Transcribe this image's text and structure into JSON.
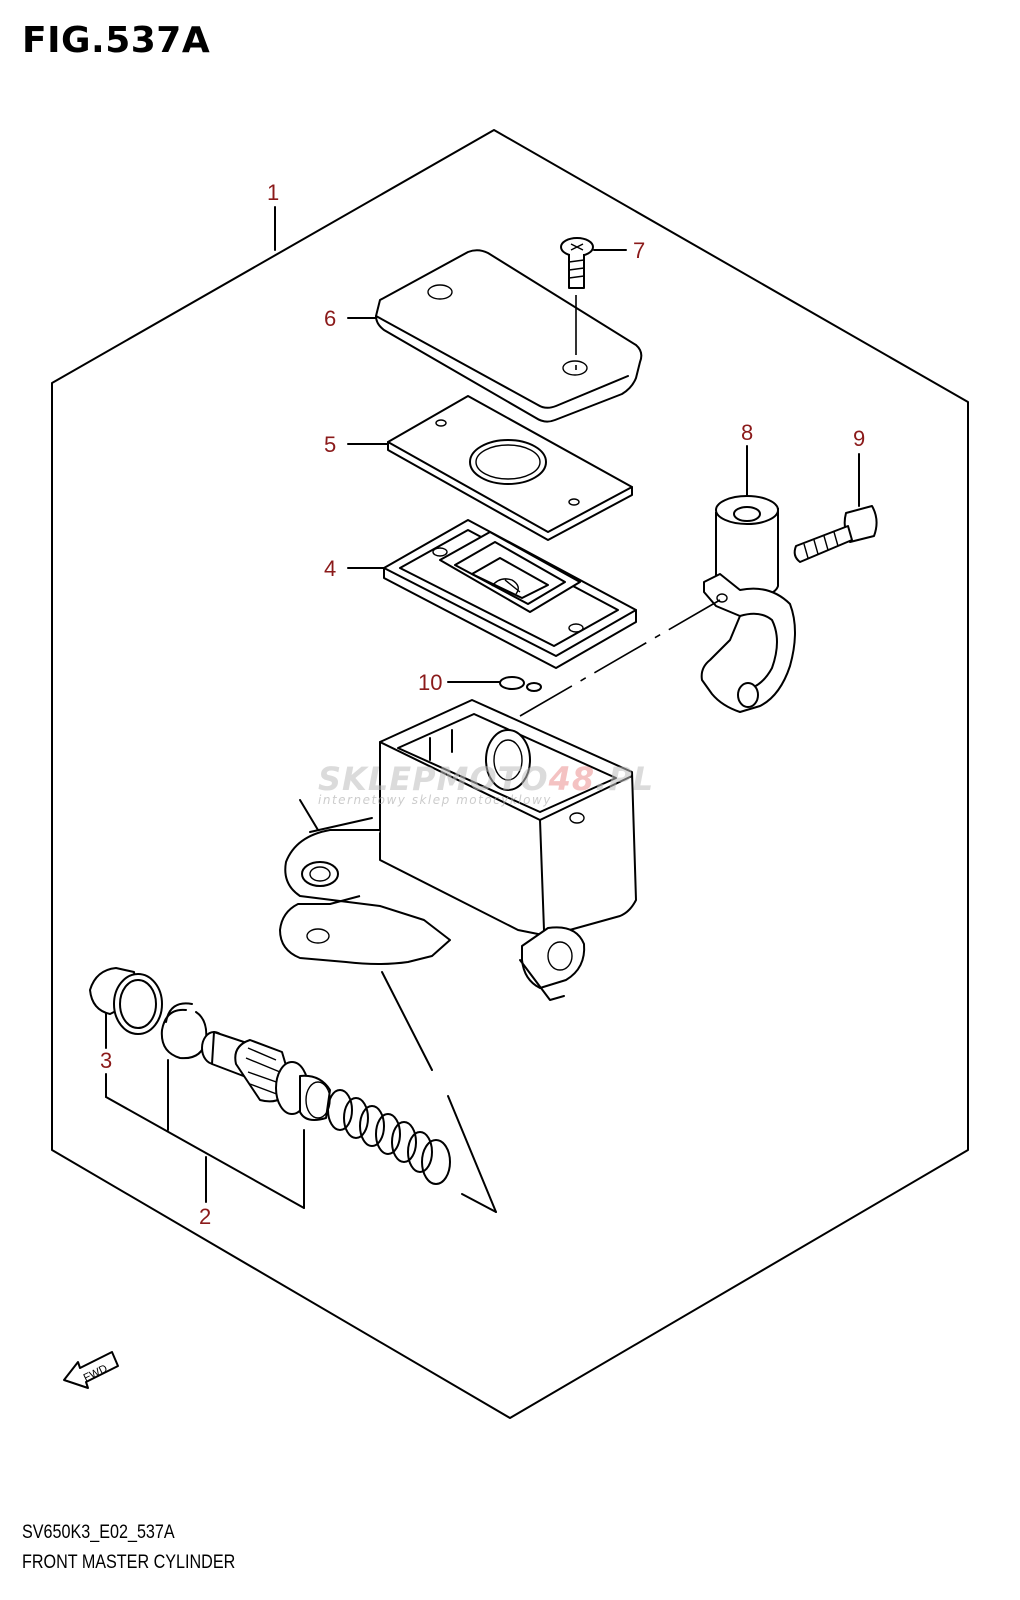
{
  "figure": {
    "title": "FIG.537A",
    "code": "SV650K3_E02_537A",
    "name": "FRONT MASTER CYLINDER"
  },
  "callouts": [
    "1",
    "2",
    "3",
    "4",
    "5",
    "6",
    "7",
    "8",
    "9",
    "10"
  ],
  "fwd_label": "FWD",
  "watermark": {
    "main": "SKLEPMOTO",
    "highlight": "48",
    "suffix": ".PL",
    "sub": "internetowy sklep motocyklowy"
  },
  "colors": {
    "line": "#000000",
    "callout": "#8b1a1a"
  }
}
